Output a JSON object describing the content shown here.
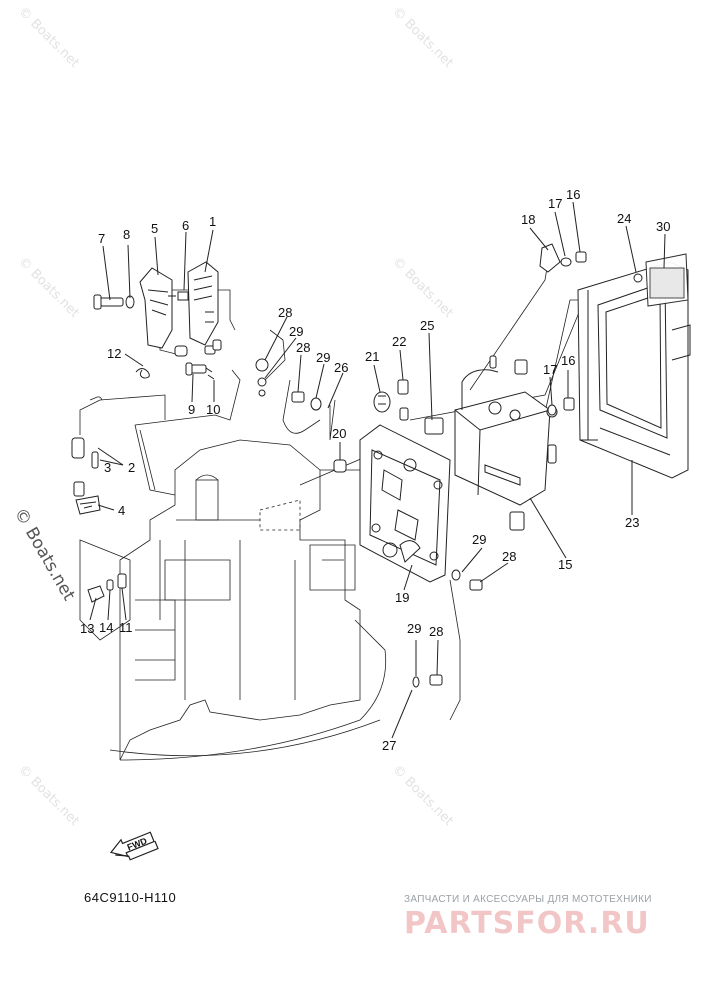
{
  "diagram_code": "64C9110-H110",
  "fwd_label": "FWD",
  "watermark_text": "© Boats.net",
  "shop_tagline": "ЗАПЧАСТИ И АКСЕССУАРЫ ДЛЯ МОТОТЕХНИКИ",
  "shop_logo": "PARTSFOR.RU",
  "colors": {
    "line": "#222222",
    "watermark": "#e2e2e2",
    "logo": "#f2c6c6"
  },
  "callouts": [
    {
      "id": "c1",
      "text": "1"
    },
    {
      "id": "c2",
      "text": "2"
    },
    {
      "id": "c3",
      "text": "3"
    },
    {
      "id": "c4",
      "text": "4"
    },
    {
      "id": "c5",
      "text": "5"
    },
    {
      "id": "c6",
      "text": "6"
    },
    {
      "id": "c7",
      "text": "7"
    },
    {
      "id": "c8",
      "text": "8"
    },
    {
      "id": "c9",
      "text": "9"
    },
    {
      "id": "c10",
      "text": "10"
    },
    {
      "id": "c11",
      "text": "11"
    },
    {
      "id": "c12",
      "text": "12"
    },
    {
      "id": "c13",
      "text": "13"
    },
    {
      "id": "c14",
      "text": "14"
    },
    {
      "id": "c15",
      "text": "15"
    },
    {
      "id": "c16a",
      "text": "16"
    },
    {
      "id": "c16b",
      "text": "16"
    },
    {
      "id": "c17a",
      "text": "17"
    },
    {
      "id": "c17b",
      "text": "17"
    },
    {
      "id": "c18",
      "text": "18"
    },
    {
      "id": "c19",
      "text": "19"
    },
    {
      "id": "c20",
      "text": "20"
    },
    {
      "id": "c21",
      "text": "21"
    },
    {
      "id": "c22",
      "text": "22"
    },
    {
      "id": "c23",
      "text": "23"
    },
    {
      "id": "c24",
      "text": "24"
    },
    {
      "id": "c25",
      "text": "25"
    },
    {
      "id": "c26",
      "text": "26"
    },
    {
      "id": "c27",
      "text": "27"
    },
    {
      "id": "c28a",
      "text": "28"
    },
    {
      "id": "c28b",
      "text": "28"
    },
    {
      "id": "c28c",
      "text": "28"
    },
    {
      "id": "c28d",
      "text": "28"
    },
    {
      "id": "c29a",
      "text": "29"
    },
    {
      "id": "c29b",
      "text": "29"
    },
    {
      "id": "c29c",
      "text": "29"
    },
    {
      "id": "c29d",
      "text": "29"
    },
    {
      "id": "c30",
      "text": "30"
    }
  ]
}
